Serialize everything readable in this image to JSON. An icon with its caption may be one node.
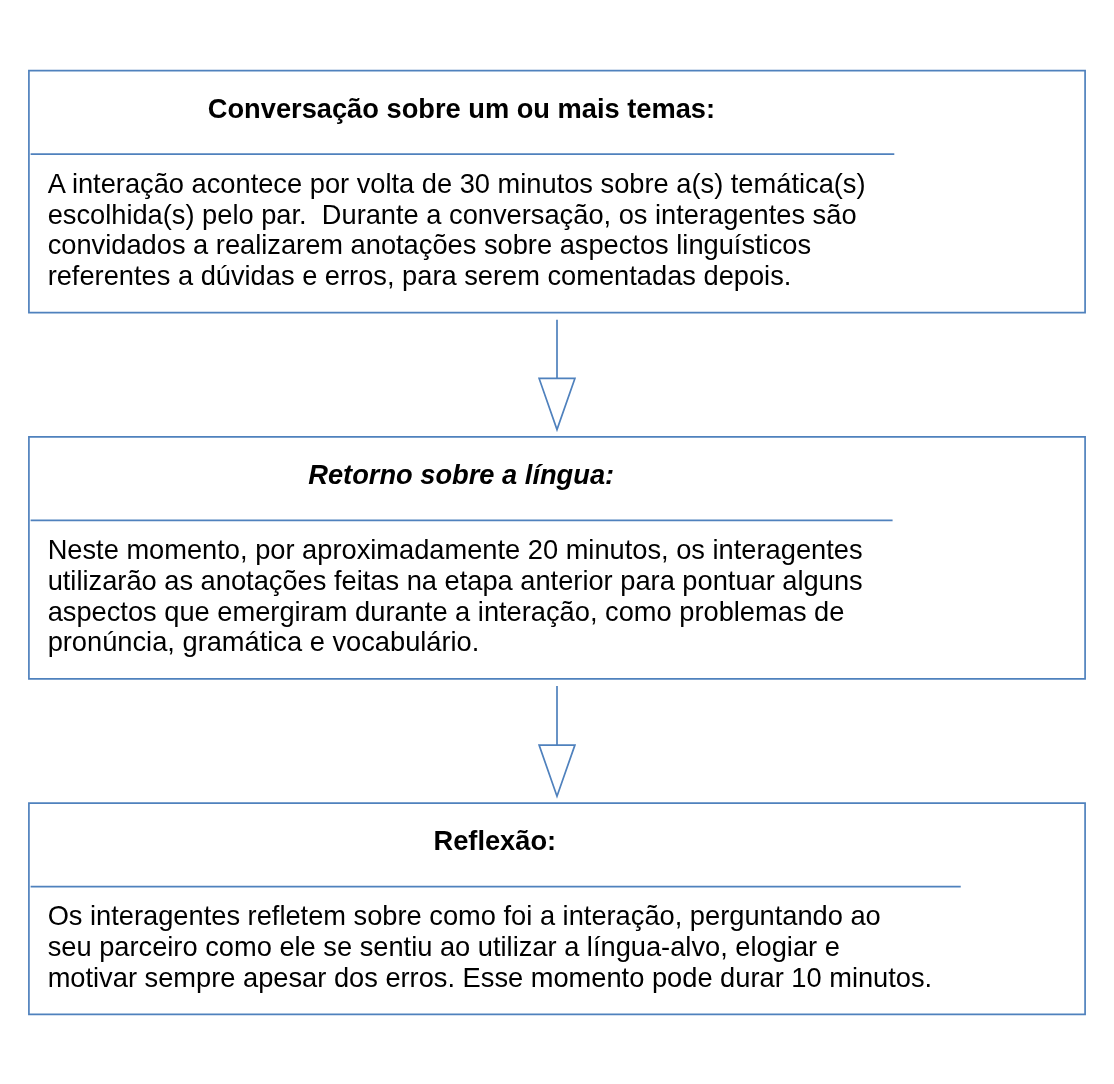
{
  "diagram": {
    "nodes": [
      {
        "text": [
          "Conversação sobre um ou mais temas:",
          "A interação acontece por volta de 30 minutos sobre a(s) temática(s) escolhida(s) pelo par.  Durante a conversação, os interagentes são convidados a realizarem anotações sobre aspectos linguísticos referentes a dúvidas e erros, para serem comentadas depois."
        ]
      },
      {
        "text": [
          "Retorno sobre a língua:",
          "Neste momento, por aproximadamente 20 minutos, os interagentes utilizarão as anotações feitas na etapa anterior para pontuar alguns aspectos que emergiram durante a interação, como problemas de pronúncia, gramática e vocabulário."
        ]
      },
      {
        "text": [
          "Reflexão:",
          "Os interagentes refletem sobre como foi a interação, perguntando ao seu parceiro como ele se sentiu ao utilizar a língua-alvo, elogiar e motivar sempre apesar dos erros. Esse momento pode durar 10 minutos."
        ]
      }
    ],
    "edges": [
      {
        "from": 0,
        "to": 1,
        "arrow": "to"
      },
      {
        "from": 1,
        "to": 2,
        "arrow": "to"
      }
    ]
  }
}
